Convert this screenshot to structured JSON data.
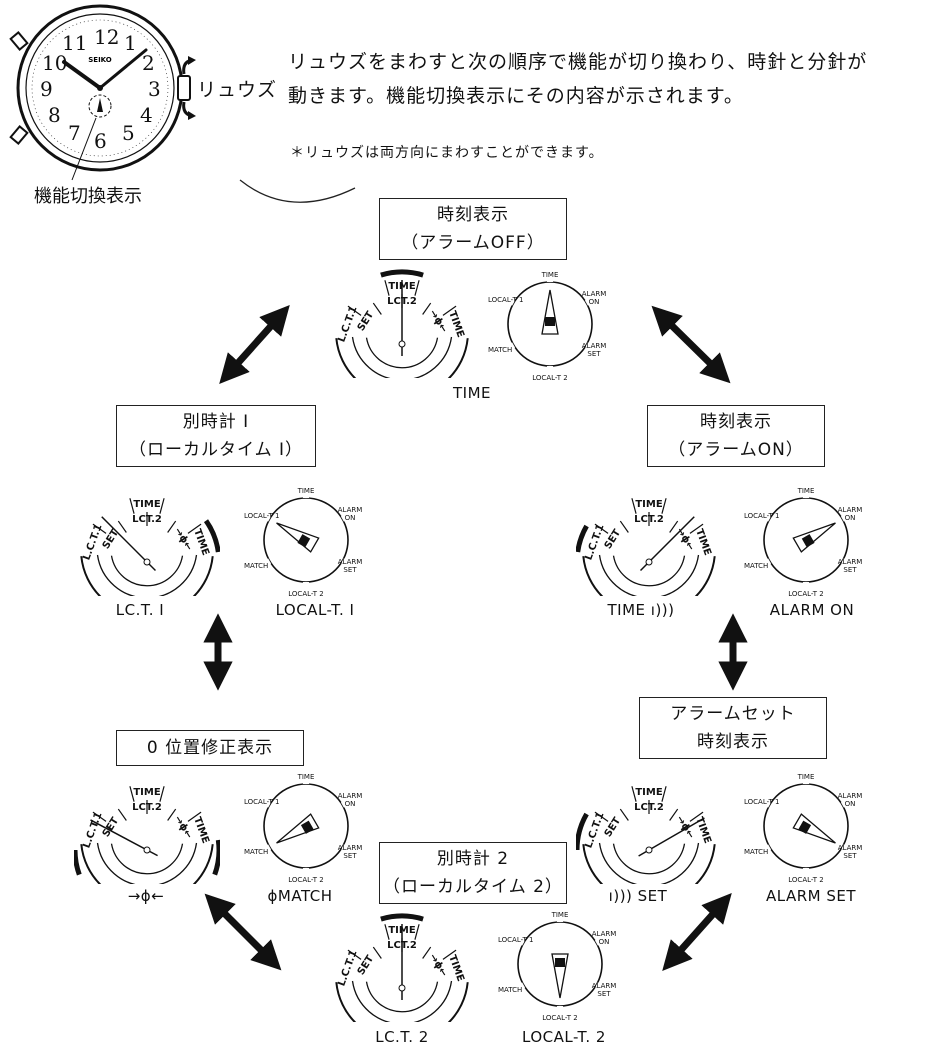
{
  "intro": {
    "crown_label": "リュウズ",
    "main_text_line1": "リュウズをまわすと次の順序で機能が切り換わり、時針と分針が",
    "main_text_line2": "動きます。機能切換表示にその内容が示されます。",
    "note": "＊リュウズは両方向にまわすことができます。",
    "indicator_label": "機能切換表示"
  },
  "watch": {
    "brand": "SEIKO",
    "numerals": [
      "12",
      "1",
      "2",
      "3",
      "4",
      "5",
      "6",
      "7",
      "8",
      "9",
      "10",
      "11"
    ]
  },
  "arc_labels": {
    "lct1": "L.C.T.1",
    "time": "TIME",
    "lct2": "LCT.2",
    "time_right": "TIME",
    "set": "SET",
    "arrow": "→ϕ←"
  },
  "dial_labels": {
    "time": "TIME",
    "alarm_on_1": "ALARM",
    "alarm_on_2": "ON",
    "alarm_set_1": "ALARM",
    "alarm_set_2": "SET",
    "local_t1": "LOCAL-T 1",
    "local_t2": "LOCAL-T 2",
    "match": "MATCH"
  },
  "modes": {
    "time_off": {
      "title_1": "時刻表示",
      "title_2": "（アラームOFF）",
      "caption": "TIME"
    },
    "local1": {
      "title_1": "別時計 I",
      "title_2": "（ローカルタイム I）",
      "caption_left": "LC.T. I",
      "caption_right": "LOCAL-T. I"
    },
    "alarm_on": {
      "title_1": "時刻表示",
      "title_2": "（アラームON）",
      "caption_left": "TIME ı)))",
      "caption_right": "ALARM  ON"
    },
    "zero": {
      "title_1": "0 位置修正表示",
      "caption_left": "→ϕ←",
      "caption_right": "ϕMATCH"
    },
    "alarm_set": {
      "title_1": "アラームセット",
      "title_2": "時刻表示",
      "caption_left": "ı))) SET",
      "caption_right": "ALARM  SET"
    },
    "local2": {
      "title_1": "別時計 2",
      "title_2": "（ローカルタイム 2）",
      "caption_left": "LC.T. 2",
      "caption_right": "LOCAL-T. 2"
    }
  }
}
